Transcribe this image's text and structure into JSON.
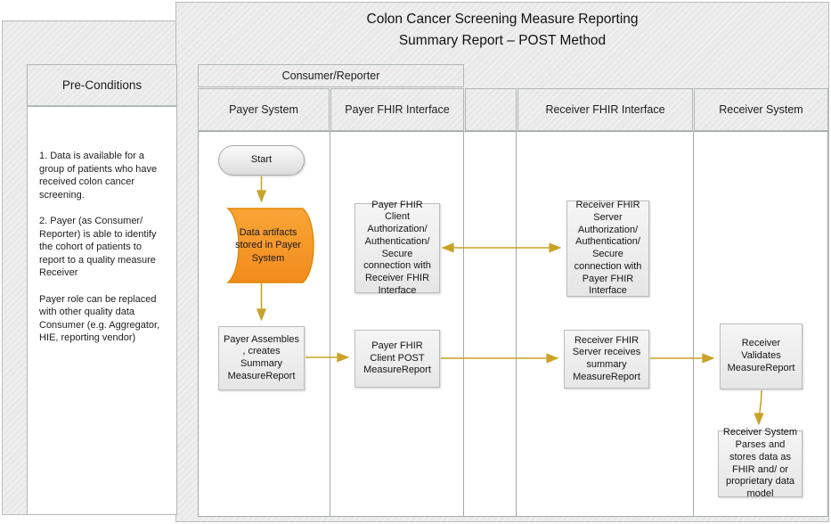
{
  "title": {
    "line1": "Colon Cancer Screening Measure Reporting",
    "line2": "Summary Report – POST Method"
  },
  "preconditions": {
    "header": "Pre-Conditions",
    "paragraph1": "1. Data is available for a group of patients who have received colon cancer screening.",
    "paragraph2": "2. Payer (as Consumer/ Reporter) is able to identify the cohort of patients to report to a quality measure Receiver",
    "paragraph3": "Payer role can be replaced with other quality data Consumer (e.g. Aggregator, HIE, reporting vendor)"
  },
  "lanes": {
    "group_header": "Consumer/Reporter",
    "payer_system": "Payer System",
    "payer_fhir": "Payer FHIR Interface",
    "blank": "",
    "receiver_fhir": "Receiver FHIR Interface",
    "receiver_system": "Receiver System"
  },
  "nodes": {
    "start": {
      "label": "Start"
    },
    "data_artifacts": {
      "label": "Data artifacts stored in Payer System"
    },
    "payer_assembles": {
      "label": "Payer Assembles , creates Summary MeasureReport"
    },
    "payer_auth": {
      "label": "Payer FHIR Client Authorization/ Authentication/ Secure connection with Receiver FHIR Interface"
    },
    "payer_post": {
      "label": "Payer FHIR Client POST MeasureReport"
    },
    "receiver_auth": {
      "label": "Receiver FHIR Server Authorization/ Authentication/ Secure connection with Payer FHIR Interface"
    },
    "receiver_receives": {
      "label": "Receiver FHIR Server receives summary MeasureReport"
    },
    "receiver_validates": {
      "label": "Receiver Validates MeasureReport"
    },
    "receiver_parses": {
      "label": "Receiver System Parses and stores data as FHIR and/ or proprietary data model"
    }
  },
  "colors": {
    "arrow": "#c9a227",
    "stored_data_fill_top": "#f9a537",
    "stored_data_fill_bottom": "#f28b1d",
    "stored_data_border": "#e08700",
    "panel_fill": "#e9e9e9",
    "lane_border": "#a3a9a9"
  }
}
